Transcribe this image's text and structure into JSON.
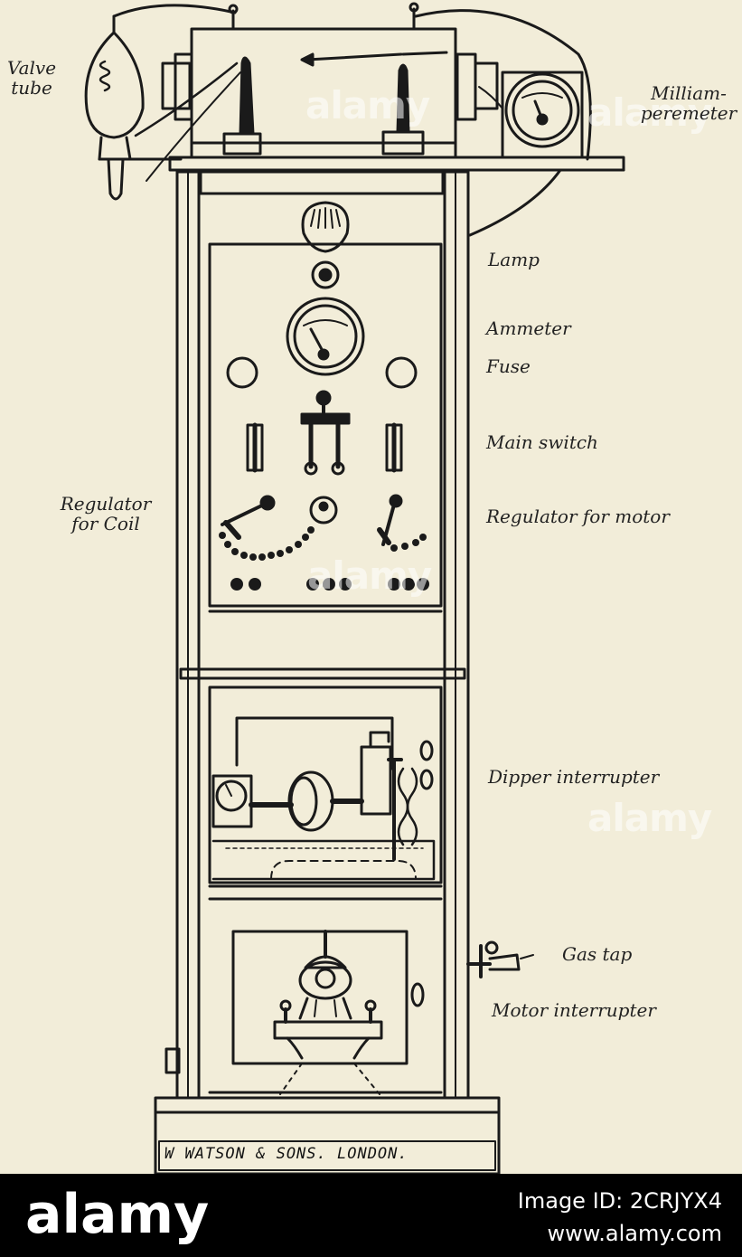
{
  "labels": {
    "valve_tube": "Valve\ntube",
    "milliamperemeter": "Milliam-\nperemeter",
    "lamp": "Lamp",
    "ammeter": "Ammeter",
    "fuse": "Fuse",
    "main_switch": "Main switch",
    "regulator_for_coil": "Regulator\nfor Coil",
    "regulator_for_motor": "Regulator for motor",
    "dipper_interrupter": "Dipper interrupter",
    "gas_tap": "Gas tap",
    "motor_interrupter": "Motor interrupter"
  },
  "maker_plate": "W WATSON & SONS. LONDON.",
  "watermark": "alamy",
  "footer": {
    "logo": "alamy",
    "image_id": "Image ID: 2CRJYX4",
    "url": "www.alamy.com"
  },
  "colors": {
    "paper": "#f2edd9",
    "ink": "#1a1a1a",
    "footer_bg": "#000000"
  }
}
